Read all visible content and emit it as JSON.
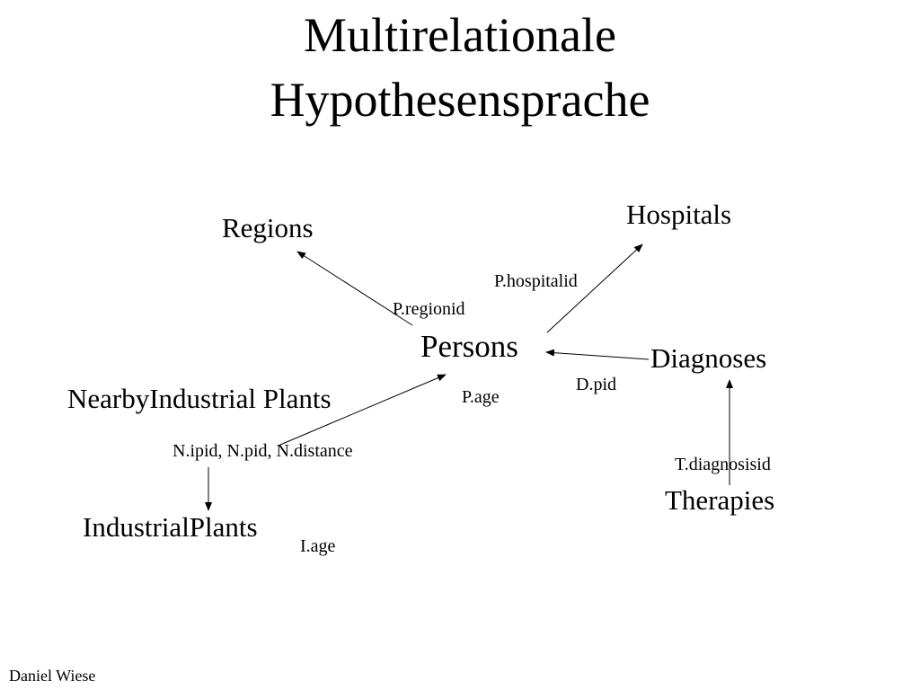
{
  "slide": {
    "title_line_1": "Multirelationale",
    "title_line_2": "Hypothesensprache",
    "footer": "Daniel Wiese"
  },
  "diagram": {
    "nodes": {
      "regions": "Regions",
      "hospitals": "Hospitals",
      "persons": "Persons",
      "diagnoses": "Diagnoses",
      "nearby_plants": "NearbyIndustrial Plants",
      "industrial_plants": "IndustrialPlants",
      "therapies": "Therapies"
    },
    "attributes": {
      "p_hospitalid": "P.hospitalid",
      "p_regionid": "P.regionid",
      "p_age": "P.age",
      "d_pid": "D.pid",
      "n_keys": "N.ipid, N.pid, N.distance",
      "i_age": "I.age",
      "t_diagnosisid": "T.diagnosisid"
    },
    "colors": {
      "text": "#000000",
      "edge": "#000000",
      "background": "#ffffff"
    }
  }
}
